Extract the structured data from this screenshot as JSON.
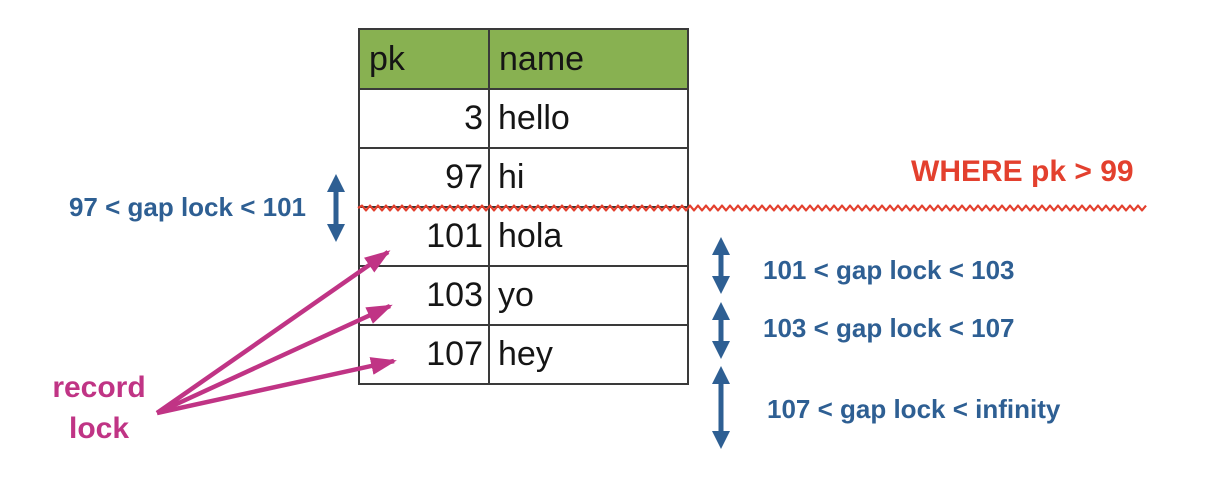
{
  "diagram_title": "InnoDB gap lock / record lock diagram",
  "colors": {
    "header_green": "#88b151",
    "annotation_blue": "#2e5f93",
    "where_red": "#e3402e",
    "record_magenta": "#c03485",
    "table_border": "#3a3a3a"
  },
  "table": {
    "headers": [
      "pk",
      "name"
    ],
    "rows": [
      {
        "pk": "3",
        "name": "hello"
      },
      {
        "pk": "97",
        "name": "hi"
      },
      {
        "pk": "101",
        "name": "hola"
      },
      {
        "pk": "103",
        "name": "yo"
      },
      {
        "pk": "107",
        "name": "hey"
      }
    ]
  },
  "annotations": {
    "where_clause": "WHERE pk > 99",
    "gap_lock_left": "97 < gap lock < 101",
    "gap_lock_right_1": "101 < gap lock < 103",
    "gap_lock_right_2": "103 < gap lock < 107",
    "gap_lock_right_3": "107 < gap lock < infinity",
    "record_lock_line1": "record",
    "record_lock_line2": "lock"
  }
}
